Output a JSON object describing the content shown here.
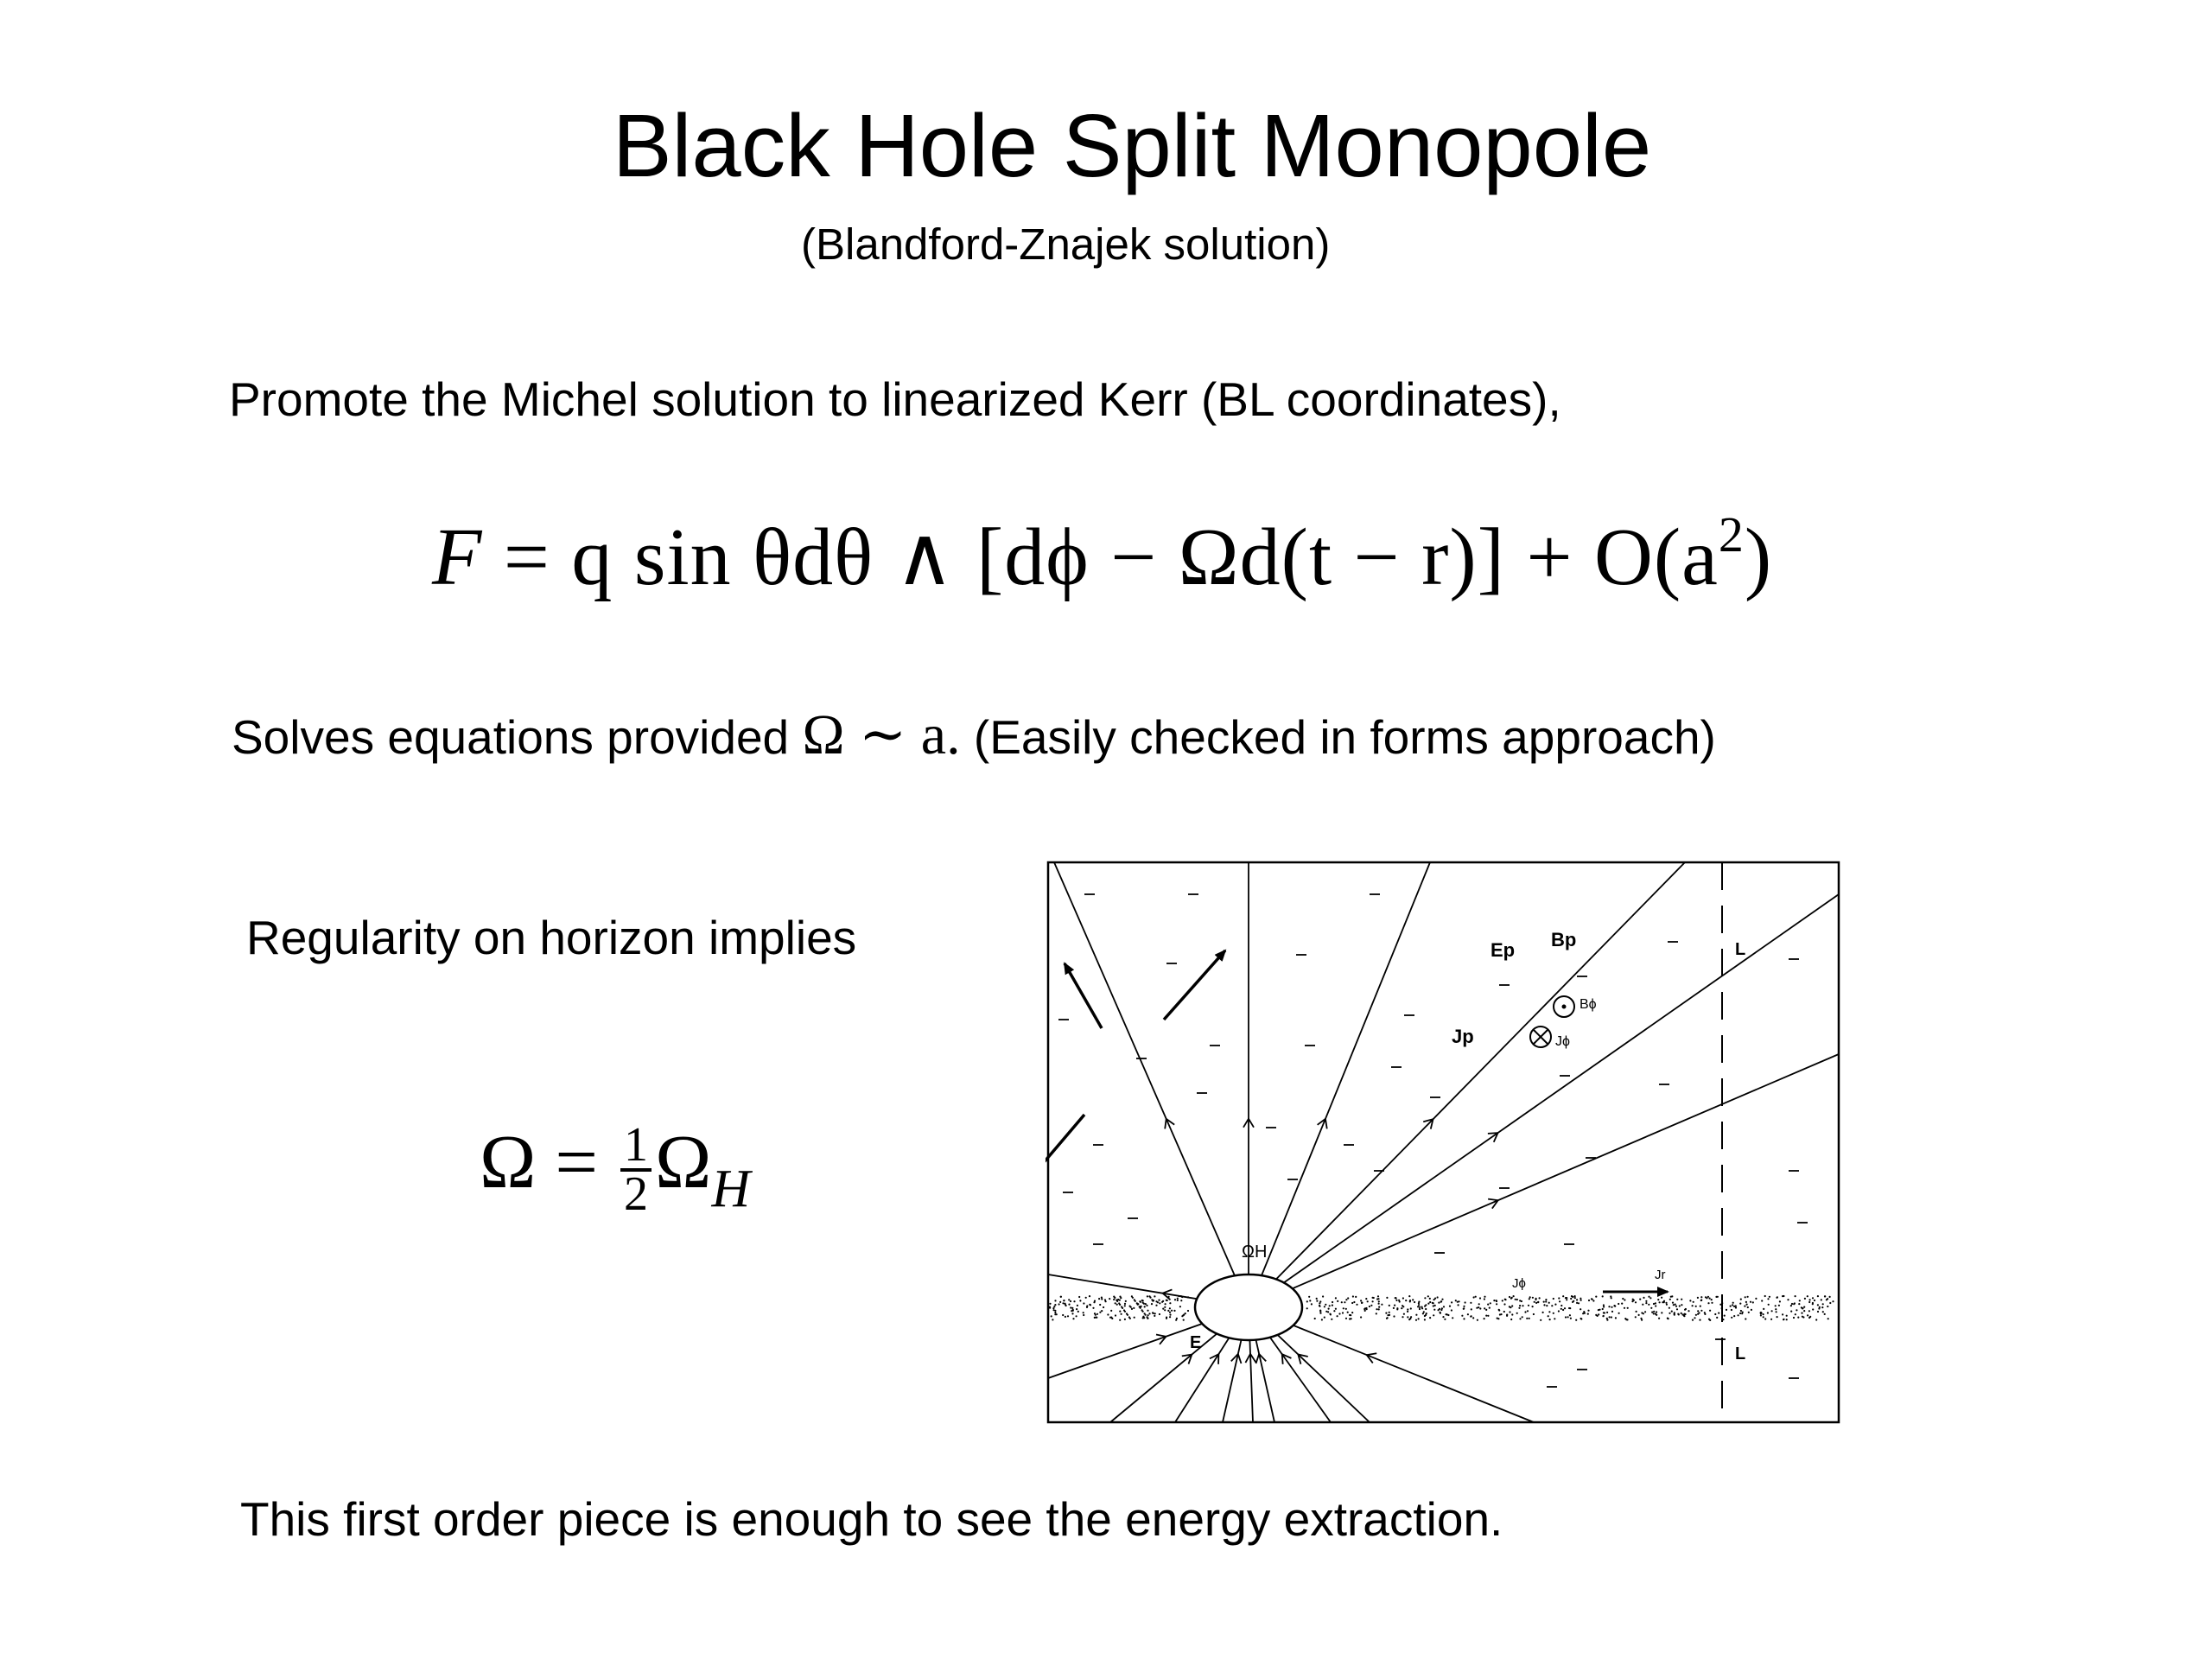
{
  "slide": {
    "title": "Black Hole Split Monopole",
    "subtitle": "(Blandford-Znajek solution)",
    "line1": "Promote the Michel solution to linearized Kerr (BL coordinates),",
    "equation1": {
      "lhs": "F",
      "rhs_text": "= q sin θdθ ∧ [dϕ − Ωd(t − r)] + O(a",
      "exponent": "2",
      "close": ")"
    },
    "line2_prefix": "Solves equations provided",
    "line2_math": "Ω ∼ a.",
    "line2_suffix": "(Easily checked in forms approach)",
    "line3": "Regularity on horizon implies",
    "equation2": {
      "lhs": "Ω =",
      "frac_num": "1",
      "frac_den": "2",
      "omega": "Ω",
      "subscript": "H"
    },
    "line4": "This first order piece is enough to see the energy extraction."
  },
  "figure": {
    "labels": {
      "Ep": "Ep",
      "Bp": "Bp",
      "Jp": "Jp",
      "Bphi": "Bϕ",
      "Jphi": "Jϕ",
      "L_top": "L",
      "L_bottom": "L",
      "OmegaH": "ΩH",
      "E": "E",
      "Jr": "Jr",
      "Jphi_disk": "Jϕ"
    }
  }
}
